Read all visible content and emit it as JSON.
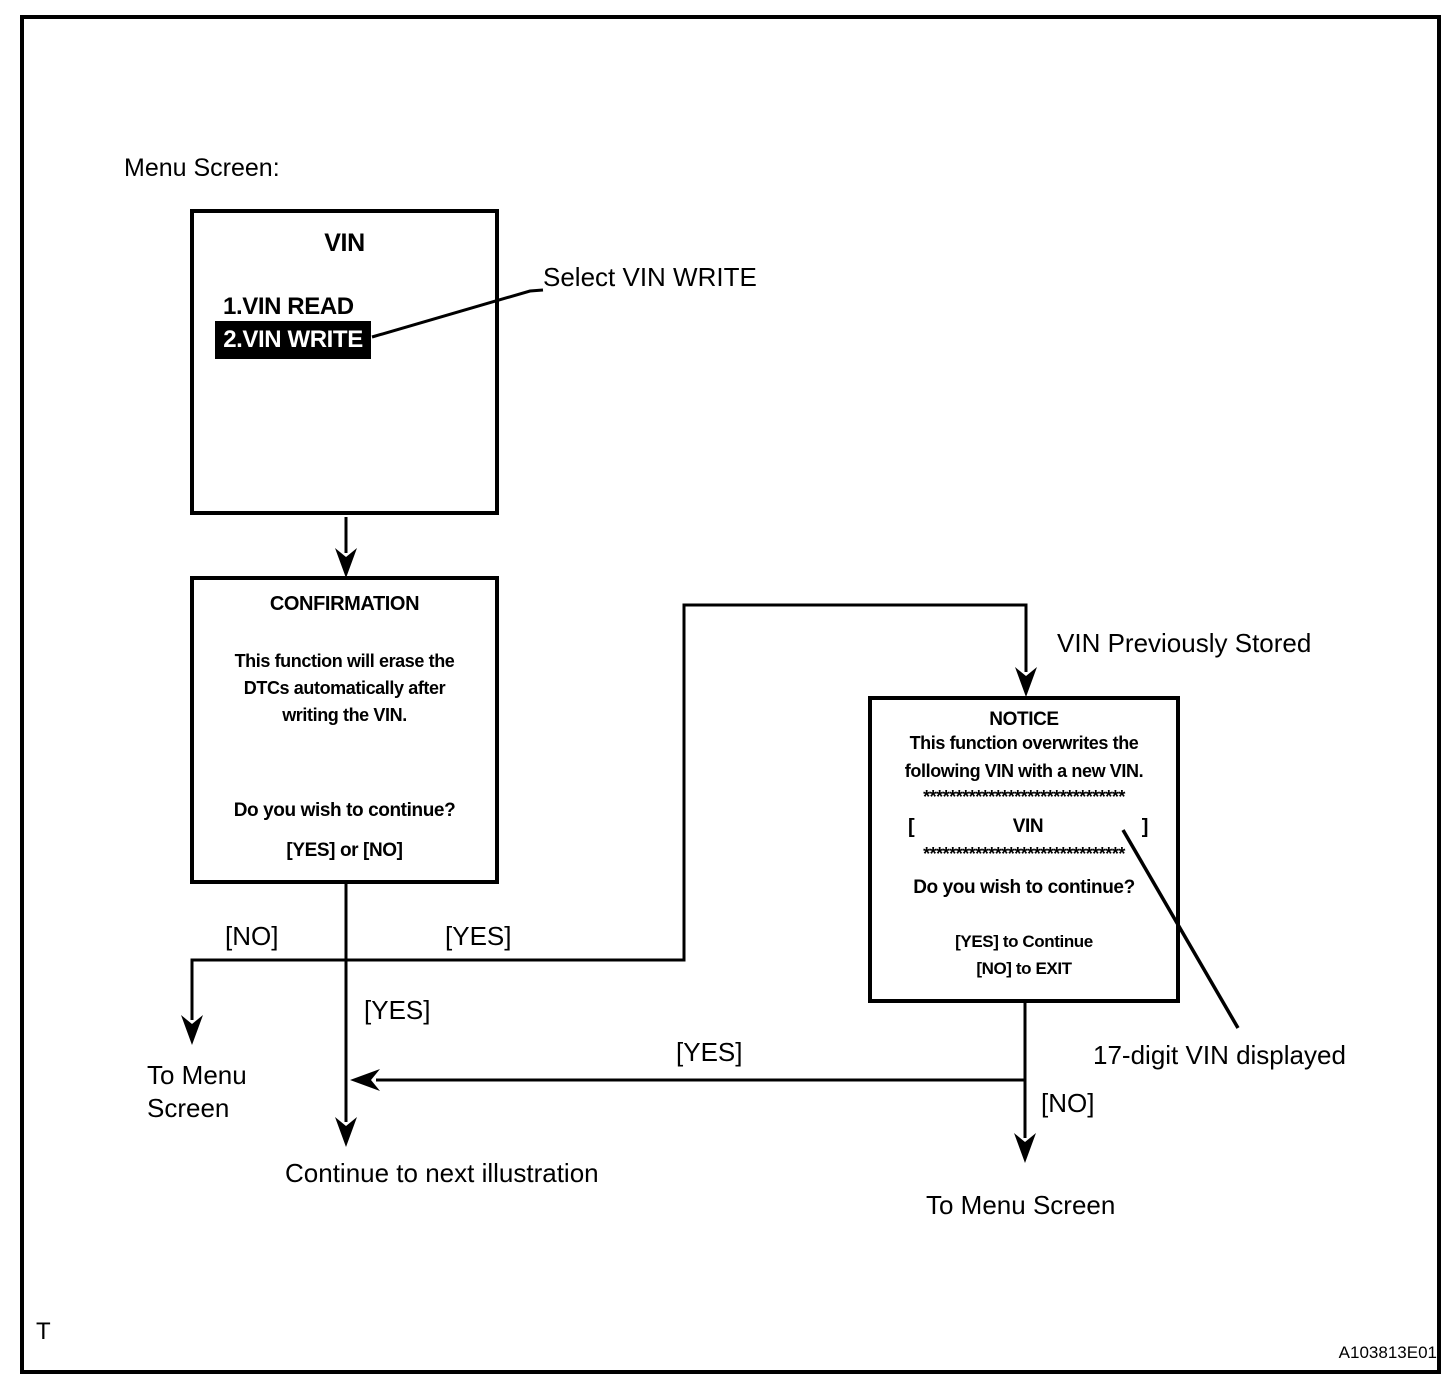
{
  "page": {
    "caption": "Menu Screen:",
    "footer_mark": "T",
    "figure_id": "A103813E01"
  },
  "vin_menu": {
    "title": "VIN",
    "item_read": "1.VIN READ",
    "item_write": "2.VIN WRITE"
  },
  "callouts": {
    "select_vin_write": "Select VIN WRITE",
    "vin_previously_stored": "VIN Previously Stored",
    "seventeen_digit_vin": "17-digit VIN displayed"
  },
  "confirmation": {
    "title": "CONFIRMATION",
    "body_line1": "This function will erase the",
    "body_line2": "DTCs automatically after",
    "body_line3": "writing the VIN.",
    "question": "Do you wish to continue?",
    "options": "[YES] or [NO]"
  },
  "notice": {
    "title": "NOTICE",
    "body_line1": "This function overwrites the",
    "body_line2": "following VIN with a new VIN.",
    "stars": "*******************************",
    "bracket_open": "[",
    "vin_label": "VIN",
    "bracket_close": "]",
    "question": "Do you wish to continue?",
    "yes_line": "[YES] to Continue",
    "no_line": "[NO] to EXIT"
  },
  "flow_labels": {
    "no_left": "[NO]",
    "yes_branch": "[YES]",
    "yes_down": "[YES]",
    "yes_return": "[YES]",
    "no_right": "[NO]",
    "to_menu_left_line1": "To Menu",
    "to_menu_left_line2": "Screen",
    "continue_next": "Continue to next illustration",
    "to_menu_right": "To Menu Screen"
  },
  "colors": {
    "ink": "#000000",
    "paper": "#ffffff",
    "highlight_bg": "#000000",
    "highlight_text": "#ffffff"
  }
}
